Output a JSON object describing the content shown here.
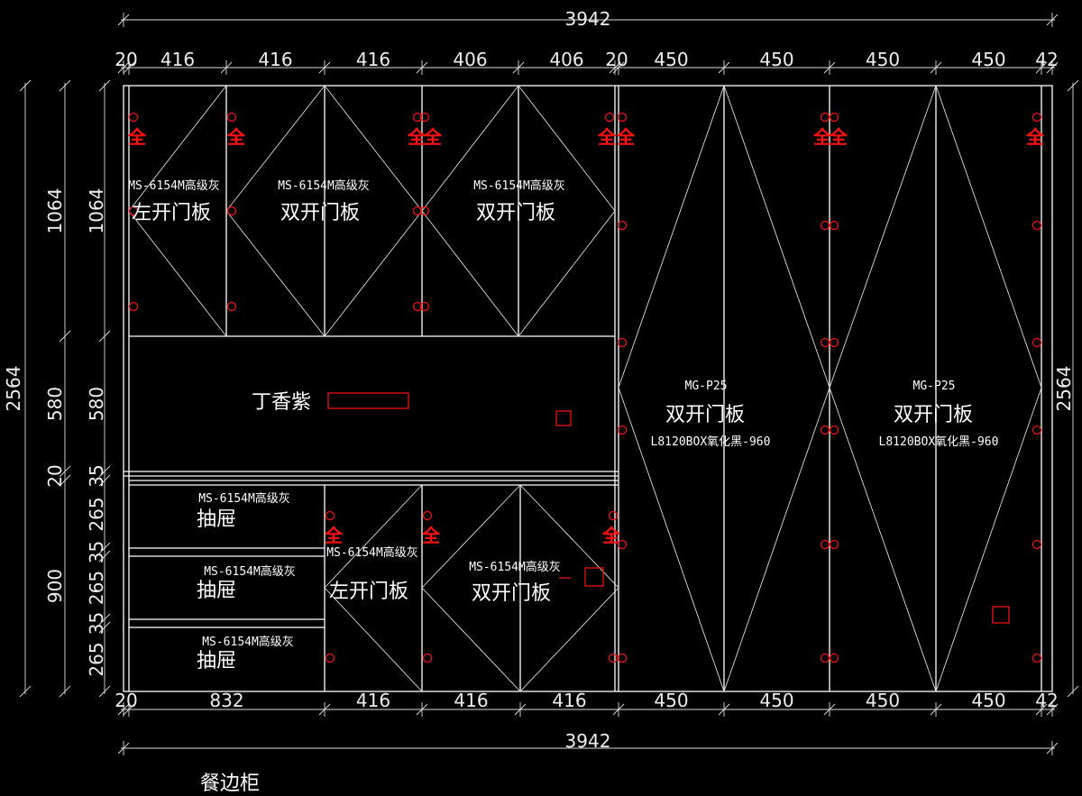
{
  "title": "餐边柜",
  "colors": {
    "background": "#000000",
    "lines": "#ffffff",
    "hardware": "#ee1111"
  },
  "dimensions": {
    "total_width_top": "3942",
    "total_width_bottom": "3942",
    "total_height_left": "2564",
    "total_height_right": "2564",
    "top_segments": [
      "20",
      "416",
      "416",
      "416",
      "406",
      "406",
      "20",
      "450",
      "450",
      "450",
      "450",
      "42"
    ],
    "bottom_segments": [
      "20",
      "832",
      "416",
      "416",
      "416",
      "450",
      "450",
      "450",
      "450",
      "42"
    ],
    "left_main": [
      "1064",
      "580",
      "20",
      "900"
    ],
    "left_detail": [
      "1064",
      "580",
      "35",
      "265",
      "35",
      "265",
      "35",
      "265"
    ]
  },
  "upper_doors": [
    {
      "material": "MS-6154M高级灰",
      "type": "左开门板"
    },
    {
      "material": "MS-6154M高级灰",
      "type": "双开门板"
    },
    {
      "material": "MS-6154M高级灰",
      "type": "双开门板"
    }
  ],
  "middle_shelf": {
    "color": "丁香紫"
  },
  "tall_doors": [
    {
      "code": "MG-P25",
      "type": "双开门板",
      "handle": "L8120BOX氧化黑-960"
    },
    {
      "code": "MG-P25",
      "type": "双开门板",
      "handle": "L8120BOX氧化黑-960"
    }
  ],
  "drawers": [
    {
      "material": "MS-6154M高级灰",
      "type": "抽屉"
    },
    {
      "material": "MS-6154M高级灰",
      "type": "抽屉"
    },
    {
      "material": "MS-6154M高级灰",
      "type": "抽屉"
    }
  ],
  "lower_doors": [
    {
      "material": "MS-6154M高级灰",
      "type": "左开门板"
    },
    {
      "material": "MS-6154M高级灰",
      "type": "双开门板"
    }
  ],
  "hinge_mark": "全"
}
